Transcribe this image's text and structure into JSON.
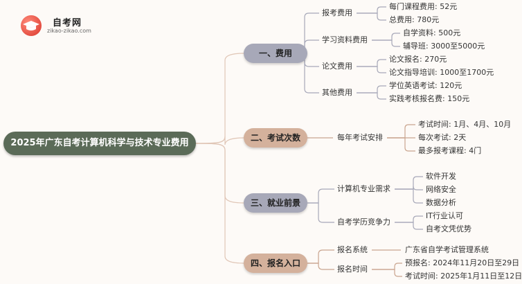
{
  "logo": {
    "title": "自考网",
    "subtitle": "zikao-zikao.com",
    "icon": "graduation-cap-icon"
  },
  "root": "2025年广东自考计算机科学与技术专业费用",
  "colors": {
    "root": "#5b6b58",
    "cat_a": "#a7a8b8",
    "cat_b": "#d4b19c",
    "line_a": "#a7a8b8",
    "line_b": "#c9a48e",
    "line_root": "#e0c6b6"
  },
  "categories": [
    {
      "label": "一、费用",
      "color": "cat_a",
      "groups": [
        {
          "label": "报考费用",
          "items": [
            "每门课程费用: 52元",
            "总费用: 780元"
          ]
        },
        {
          "label": "学习资料费用",
          "items": [
            "自学资料: 500元",
            "辅导班: 3000至5000元"
          ]
        },
        {
          "label": "论文费用",
          "items": [
            "论文报名: 270元",
            "论文指导培训: 1000至1700元"
          ]
        },
        {
          "label": "其他费用",
          "items": [
            "学位英语考试: 120元",
            "实践考核报名费: 150元"
          ]
        }
      ]
    },
    {
      "label": "二、考试次数",
      "color": "cat_b",
      "groups": [
        {
          "label": "每年考试安排",
          "items": [
            "考试时间: 1月、4月、10月",
            "每次考试: 2天",
            "最多报考课程: 4门"
          ]
        }
      ]
    },
    {
      "label": "三、就业前景",
      "color": "cat_a",
      "groups": [
        {
          "label": "计算机专业需求",
          "items": [
            "软件开发",
            "网络安全",
            "数据分析"
          ]
        },
        {
          "label": "自考学历竞争力",
          "items": [
            "IT行业认可",
            "自考文凭优势"
          ]
        }
      ]
    },
    {
      "label": "四、报名入口",
      "color": "cat_b",
      "groups": [
        {
          "label": "报名系统",
          "items": [
            "广东省自学考试管理系统"
          ]
        },
        {
          "label": "报名时间",
          "items": [
            "预报名: 2024年11月20日至29日",
            "考试时间: 2025年1月11日至12日"
          ]
        }
      ]
    }
  ]
}
